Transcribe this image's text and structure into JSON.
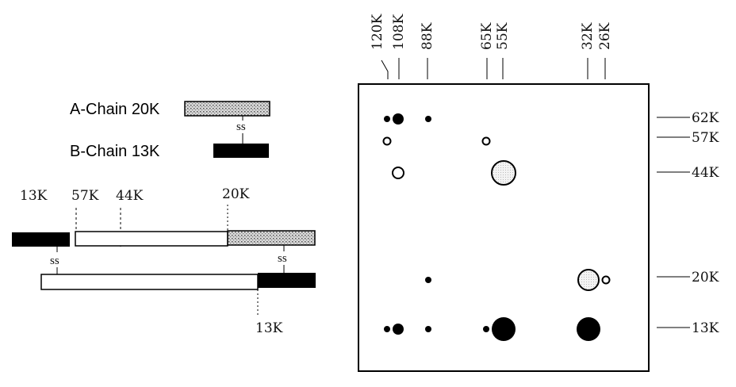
{
  "schematic": {
    "a_chain_label": "A-Chain 20K",
    "b_chain_label": "B-Chain 13K",
    "disulfide": "ss",
    "precursor_labels": [
      "13K",
      "57K",
      "44K",
      "20K"
    ],
    "bottom_label": "13K"
  },
  "gel": {
    "column_labels": [
      "120K",
      "108K",
      "88K",
      "65K",
      "55K",
      "32K",
      "26K"
    ],
    "row_labels": [
      "62K",
      "57K",
      "44K",
      "20K",
      "13K"
    ],
    "spots": [
      {
        "col": "120K",
        "row": "62K",
        "size": "small",
        "style": "solid"
      },
      {
        "col": "108K",
        "row": "62K",
        "size": "medium",
        "style": "solid"
      },
      {
        "col": "88K",
        "row": "62K",
        "size": "small",
        "style": "solid"
      },
      {
        "col": "120K",
        "row": "57K",
        "size": "small",
        "style": "ring"
      },
      {
        "col": "65K",
        "row": "57K",
        "size": "small",
        "style": "ring"
      },
      {
        "col": "108K",
        "row": "44K",
        "size": "medium",
        "style": "ring"
      },
      {
        "col": "55K",
        "row": "44K",
        "size": "large",
        "style": "stippled"
      },
      {
        "col": "88K",
        "row": "20K",
        "size": "small",
        "style": "solid"
      },
      {
        "col": "32K",
        "row": "20K",
        "size": "large",
        "style": "stippled"
      },
      {
        "col": "26K",
        "row": "20K",
        "size": "small",
        "style": "ring"
      },
      {
        "col": "120K",
        "row": "13K",
        "size": "small",
        "style": "solid"
      },
      {
        "col": "108K",
        "row": "13K",
        "size": "medium",
        "style": "solid"
      },
      {
        "col": "88K",
        "row": "13K",
        "size": "small",
        "style": "solid"
      },
      {
        "col": "65K",
        "row": "13K",
        "size": "small",
        "style": "solid"
      },
      {
        "col": "55K",
        "row": "13K",
        "size": "large",
        "style": "solid"
      },
      {
        "col": "32K",
        "row": "13K",
        "size": "large",
        "style": "solid"
      }
    ]
  }
}
